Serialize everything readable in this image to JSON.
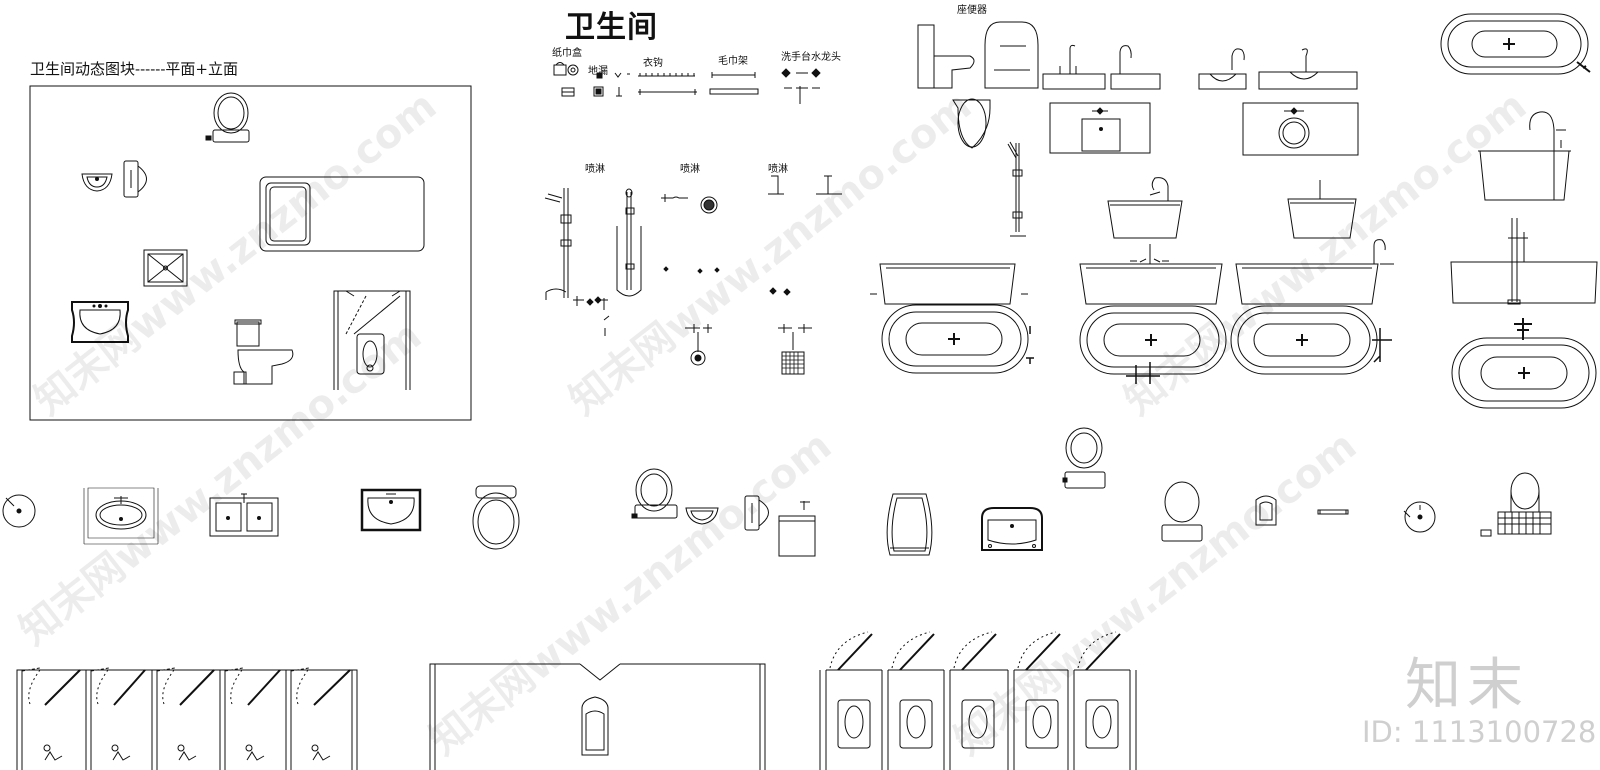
{
  "panel_title": "卫生间动态图块------平面+立面",
  "main_title": "卫生间",
  "labels": {
    "tissue_box": "纸巾盒",
    "floor_drain": "地漏",
    "robe_hook": "衣钩",
    "towel_rack": "毛巾架",
    "basin_faucet": "洗手台水龙头",
    "toilet": "座便器",
    "shower_1": "喷淋",
    "shower_2": "喷淋",
    "shower_3": "喷淋"
  },
  "watermark": {
    "text": "知末网www.znzmo.com",
    "brand": "知末",
    "id": "ID: 1113100728"
  }
}
